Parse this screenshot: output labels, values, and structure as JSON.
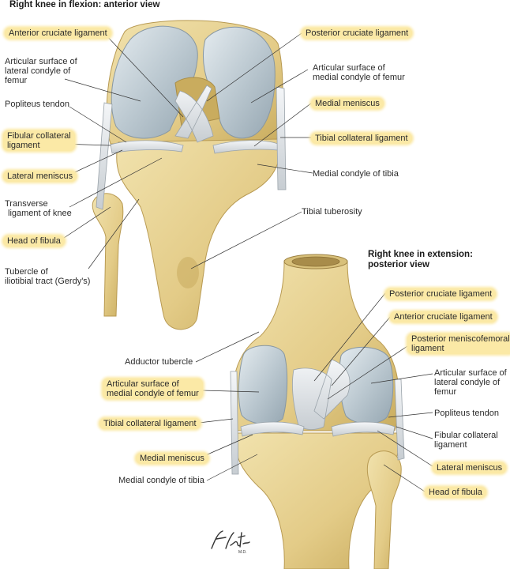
{
  "anterior": {
    "title": "Right knee in flexion: anterior view",
    "labels": {
      "acl": "Anterior cruciate ligament",
      "lat_condyle": [
        "Articular surface of",
        "lateral condyle of",
        "femur"
      ],
      "popliteus": "Popliteus tendon",
      "fibular_coll": [
        "Fibular collateral",
        "ligament"
      ],
      "lat_meniscus": "Lateral meniscus",
      "transverse": [
        "Transverse",
        "ligament of knee"
      ],
      "head_fibula": "Head of fibula",
      "gerdy": [
        "Tubercle of",
        "iliotibial tract (Gerdy's)"
      ],
      "pcl": "Posterior cruciate ligament",
      "med_condyle": [
        "Articular surface of",
        "medial condyle of femur"
      ],
      "med_meniscus": "Medial meniscus",
      "tibial_coll": "Tibial collateral ligament",
      "med_condyle_tibia": "Medial condyle of tibia",
      "tibial_tuberosity": "Tibial tuberosity"
    }
  },
  "posterior": {
    "title": [
      "Right knee in extension:",
      "posterior view"
    ],
    "labels": {
      "pcl": "Posterior cruciate ligament",
      "acl": "Anterior cruciate ligament",
      "meniscofemoral": [
        "Posterior meniscofemoral",
        "ligament"
      ],
      "lat_condyle": [
        "Articular surface of",
        "lateral condyle of",
        "femur"
      ],
      "popliteus": "Popliteus tendon",
      "fibular_coll": [
        "Fibular collateral",
        "ligament"
      ],
      "lat_meniscus": "Lateral meniscus",
      "head_fibula": "Head of fibula",
      "adductor": "Adductor tubercle",
      "med_condyle": [
        "Articular surface of",
        "medial condyle of femur"
      ],
      "tibial_coll": "Tibial collateral ligament",
      "med_meniscus": "Medial meniscus",
      "med_condyle_tibia": "Medial condyle of tibia"
    }
  },
  "colors": {
    "bone": "#e8d59a",
    "bone_dark": "#c9ac5e",
    "cartilage": "#b9c6ce",
    "ligament": "#e6e9ec",
    "highlight": "#fbe9a6",
    "leader": "#333333"
  }
}
